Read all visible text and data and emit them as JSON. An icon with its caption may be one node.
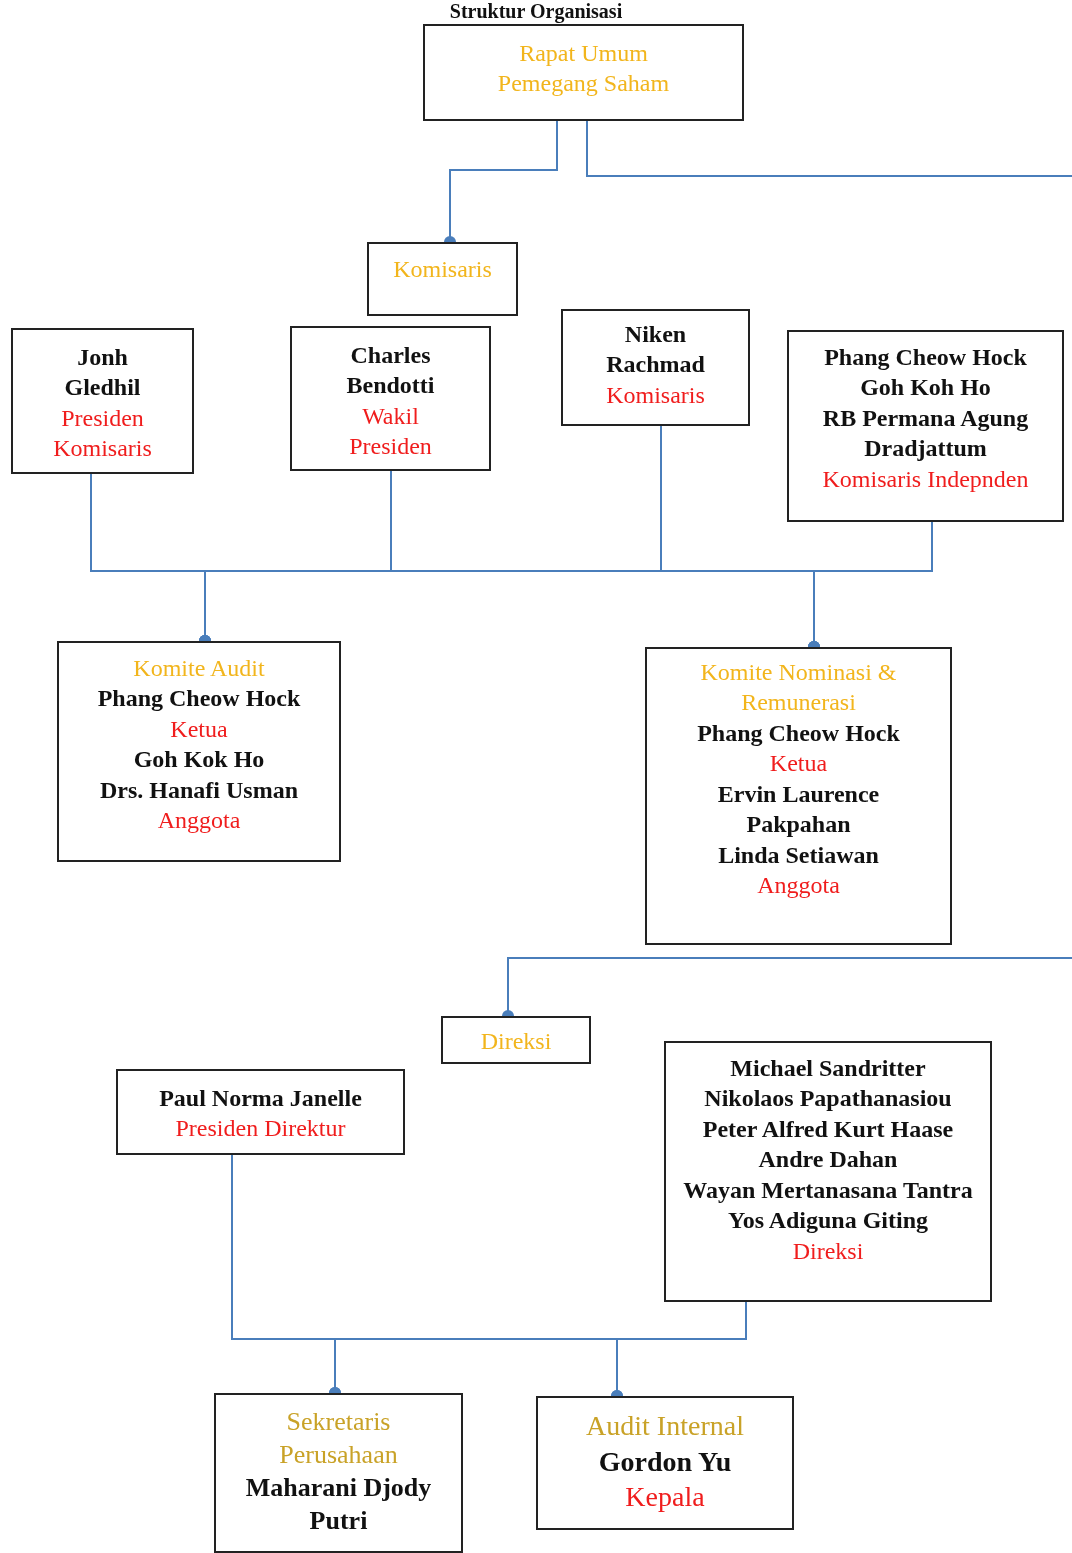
{
  "diagram": {
    "title": "Struktur Organisasi",
    "nodes": [
      {
        "text": [
          "Rapat Umum Pemegang Saham"
        ]
      },
      {
        "text": [
          "Komisaris"
        ]
      },
      {
        "text": [
          "Jonh Gledhil",
          "Presiden Komisaris"
        ]
      },
      {
        "text": [
          "Charles Bendotti",
          "Wakil Presiden"
        ]
      },
      {
        "text": [
          "Niken Rachmad",
          "Komisaris"
        ]
      },
      {
        "text": [
          "Phang Cheow Hock",
          "Goh Koh Ho",
          "RB Permana Agung Dradjattum",
          "Komisaris Indepnden"
        ]
      },
      {
        "text": [
          "Komite Audit",
          "Phang Cheow Hock",
          "Ketua",
          "Goh Kok Ho",
          "Drs. Hanafi Usman",
          "Anggota"
        ]
      },
      {
        "text": [
          "Komite Nominasi & Remunerasi",
          "Phang Cheow Hock",
          "Ketua",
          "Ervin Laurence Pakpahan",
          "Linda Setiawan",
          "Anggota"
        ]
      },
      {
        "text": [
          "Direksi"
        ]
      },
      {
        "text": [
          "Paul Norma Janelle",
          "Presiden Direktur"
        ]
      },
      {
        "text": [
          "Michael Sandritter",
          "Nikolaos Papathanasiou",
          "Peter Alfred Kurt Haase",
          "Andre Dahan",
          "Wayan Mertanasana Tantra",
          "Yos Adiguna Giting",
          "Direksi"
        ]
      },
      {
        "text": [
          "Sekretaris Perusahaan",
          "Maharani Djody Putri"
        ]
      },
      {
        "text": [
          "Audit Internal",
          "Gordon Yu",
          "Kepala"
        ]
      }
    ],
    "edges": [
      {
        "from": 0,
        "to": 1,
        "arrow": "other"
      },
      {
        "from": 0,
        "to": null,
        "arrow": "none"
      },
      {
        "from": null,
        "to": 8,
        "arrow": "other"
      },
      {
        "from": 2,
        "to": 6,
        "arrow": "other"
      },
      {
        "from": 2,
        "to": 7,
        "arrow": "other"
      },
      {
        "from": 3,
        "to": 6,
        "arrow": "other"
      },
      {
        "from": 3,
        "to": 7,
        "arrow": "other"
      },
      {
        "from": 4,
        "to": 6,
        "arrow": "other"
      },
      {
        "from": 4,
        "to": 7,
        "arrow": "other"
      },
      {
        "from": 5,
        "to": 6,
        "arrow": "other"
      },
      {
        "from": 5,
        "to": 7,
        "arrow": "other"
      },
      {
        "from": 9,
        "to": 11,
        "arrow": "other"
      },
      {
        "from": 9,
        "to": 12,
        "arrow": "other"
      },
      {
        "from": 10,
        "to": 11,
        "arrow": "other"
      },
      {
        "from": 10,
        "to": 12,
        "arrow": "other"
      }
    ]
  }
}
